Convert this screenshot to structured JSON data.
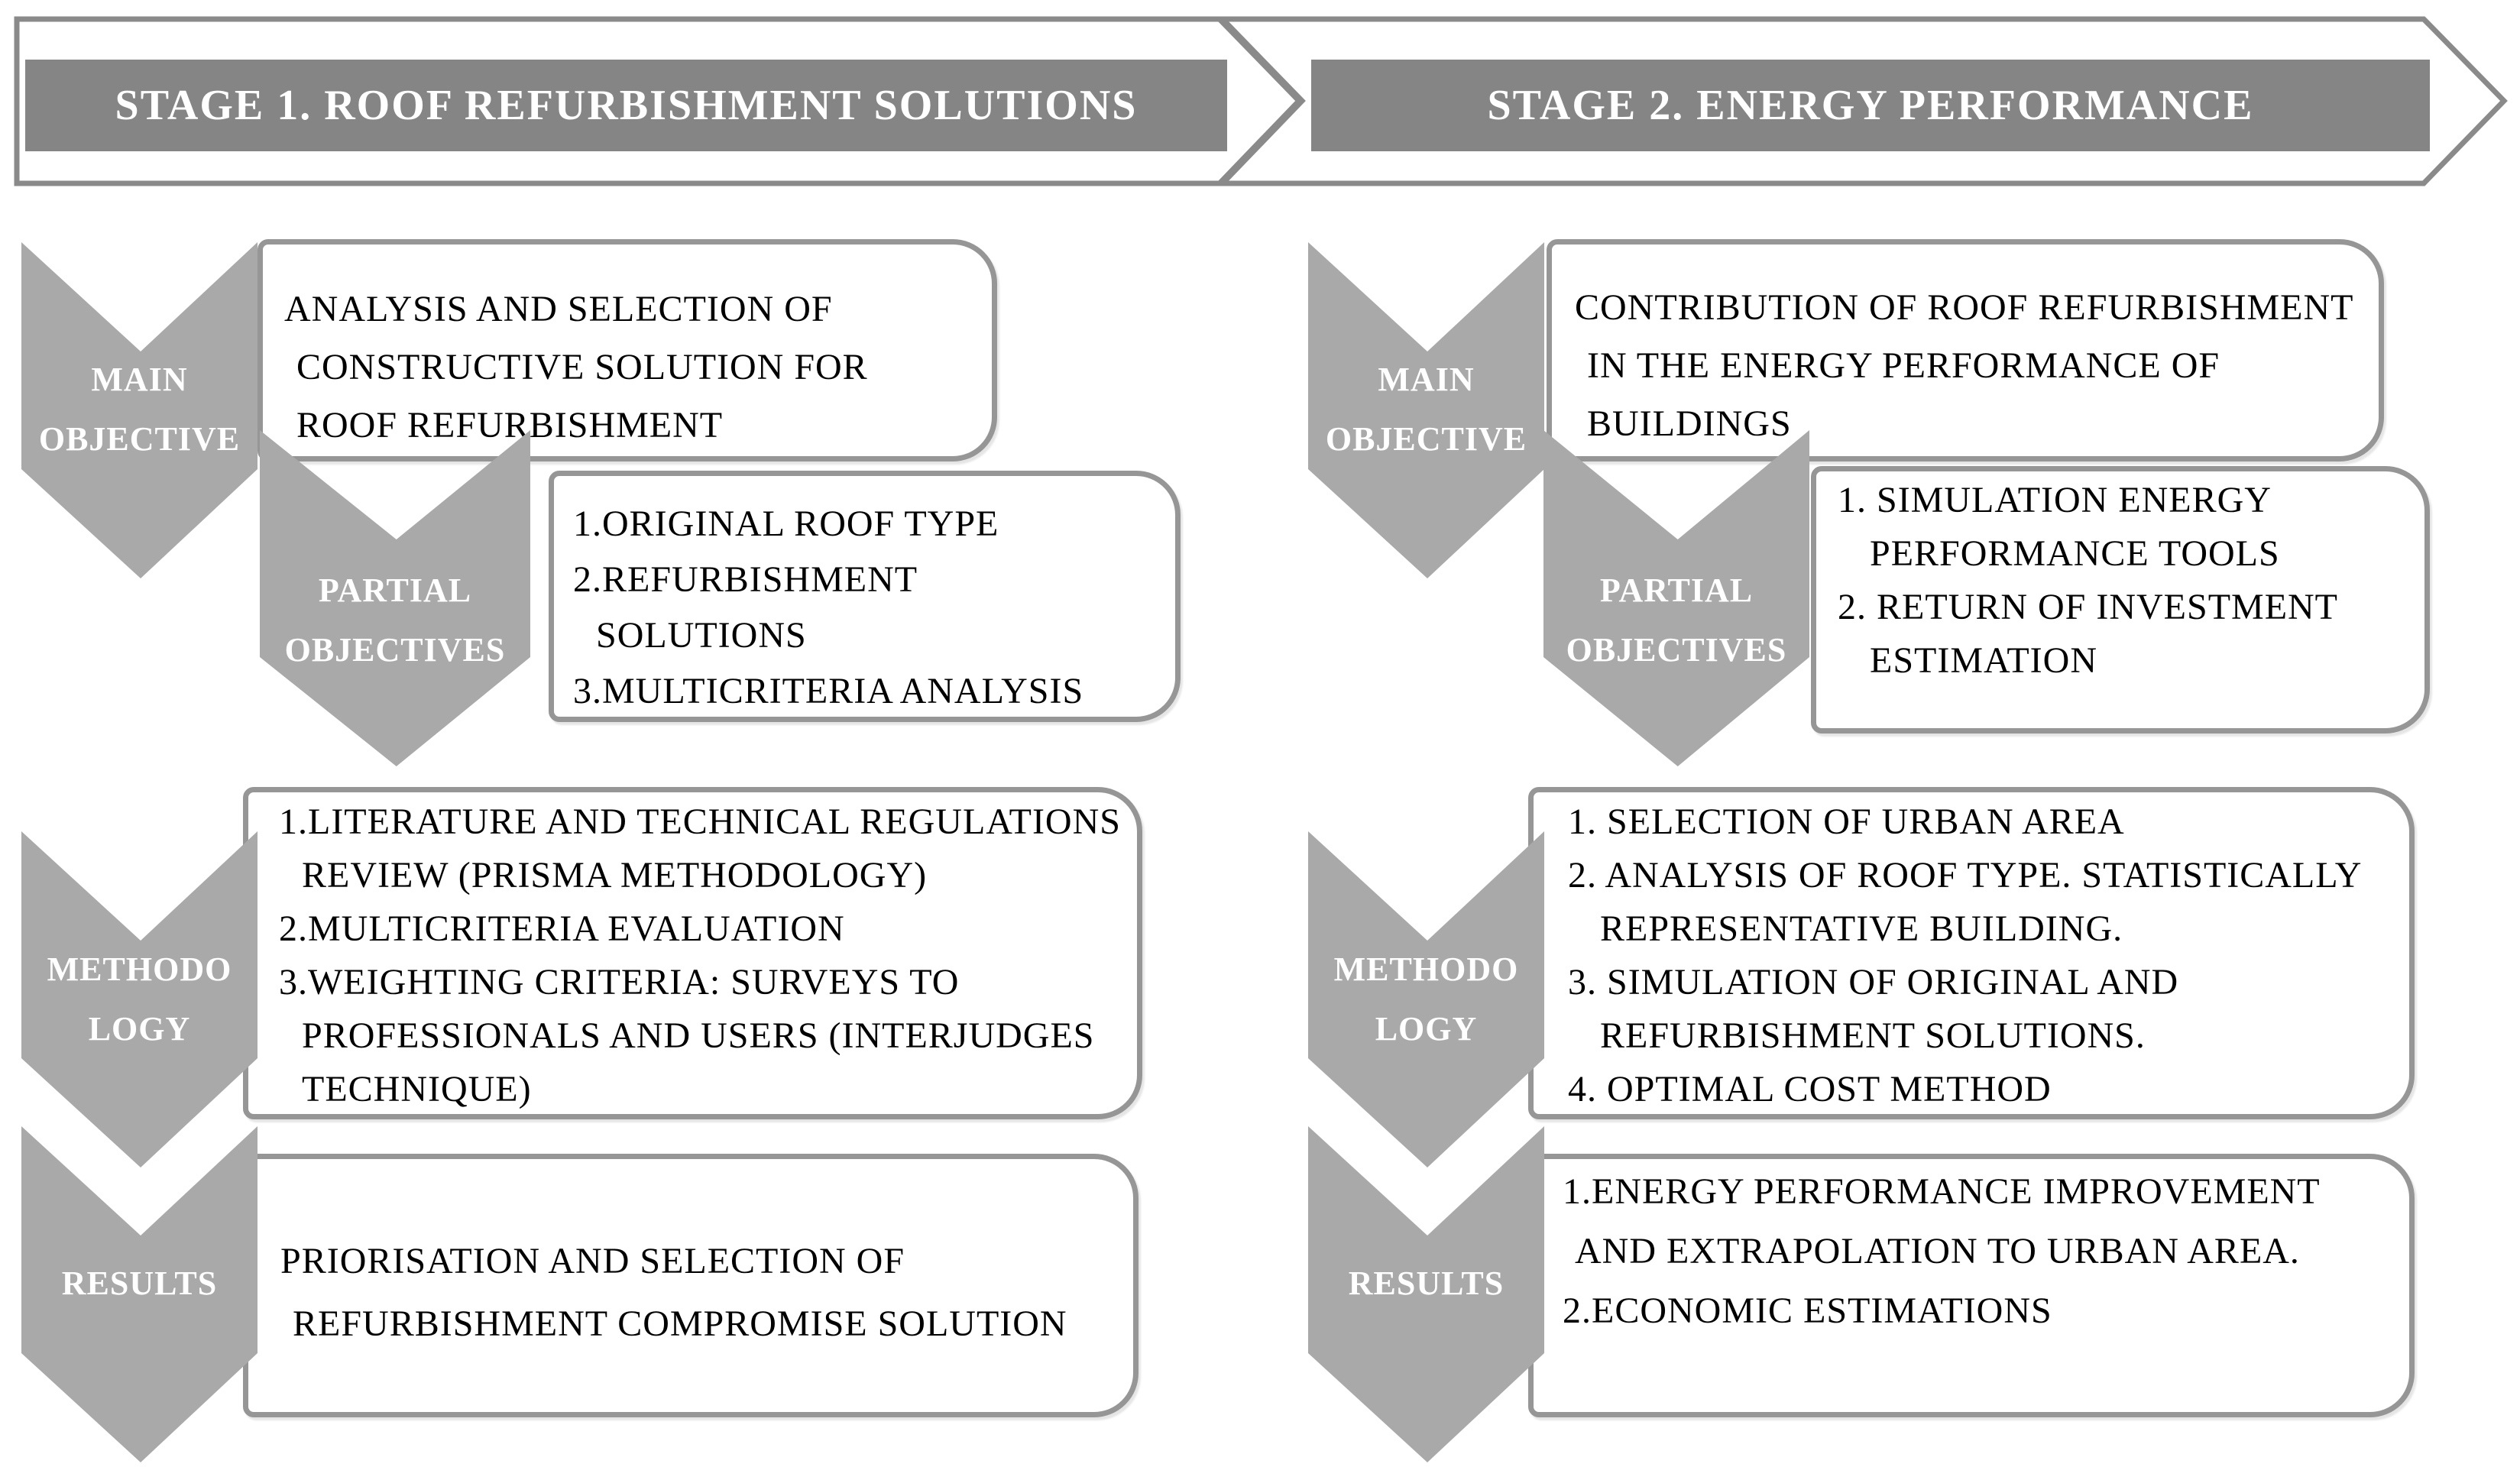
{
  "stages": [
    {
      "banner": "STAGE 1. ROOF REFURBISHMENT SOLUTIONS",
      "steps": [
        {
          "label": [
            "MAIN",
            "OBJECTIVE"
          ],
          "box_lines": [
            "ANALYSIS AND SELECTION OF",
            "CONSTRUCTIVE SOLUTION FOR",
            "ROOF REFURBISHMENT"
          ]
        },
        {
          "label": [
            "PARTIAL",
            "OBJECTIVES"
          ],
          "box_lines": [
            "1.ORIGINAL ROOF TYPE",
            "2.REFURBISHMENT",
            "SOLUTIONS",
            "3.MULTICRITERIA ANALYSIS"
          ]
        },
        {
          "label": [
            "METHODO",
            "LOGY"
          ],
          "box_lines": [
            "1.LITERATURE AND TECHNICAL REGULATIONS",
            "REVIEW (PRISMA METHODOLOGY)",
            "2.MULTICRITERIA EVALUATION",
            "3.WEIGHTING CRITERIA: SURVEYS TO",
            "PROFESSIONALS AND USERS (INTERJUDGES",
            "TECHNIQUE)"
          ]
        },
        {
          "label": [
            "RESULTS"
          ],
          "box_lines": [
            "PRIORISATION AND SELECTION OF",
            "REFURBISHMENT COMPROMISE SOLUTION"
          ]
        }
      ]
    },
    {
      "banner": "STAGE 2. ENERGY PERFORMANCE",
      "steps": [
        {
          "label": [
            "MAIN",
            "OBJECTIVE"
          ],
          "box_lines": [
            "CONTRIBUTION OF ROOF REFURBISHMENT",
            "IN THE ENERGY PERFORMANCE OF",
            "BUILDINGS"
          ]
        },
        {
          "label": [
            "PARTIAL",
            "OBJECTIVES"
          ],
          "box_lines": [
            "1. SIMULATION ENERGY",
            "PERFORMANCE TOOLS",
            "2. RETURN OF INVESTMENT",
            "ESTIMATION"
          ]
        },
        {
          "label": [
            "METHODO",
            "LOGY"
          ],
          "box_lines": [
            "1. SELECTION OF URBAN AREA",
            "2. ANALYSIS OF ROOF TYPE. STATISTICALLY",
            "REPRESENTATIVE BUILDING.",
            "3. SIMULATION OF ORIGINAL AND",
            "REFURBISHMENT SOLUTIONS.",
            "4. OPTIMAL COST METHOD"
          ]
        },
        {
          "label": [
            "RESULTS"
          ],
          "box_lines": [
            "1.ENERGY PERFORMANCE IMPROVEMENT",
            "AND EXTRAPOLATION TO URBAN AREA.",
            "2.ECONOMIC ESTIMATIONS"
          ]
        }
      ]
    }
  ],
  "colors": {
    "stage_bar_fill": "#858585",
    "arrow_outline": "#8a8a8a",
    "chevron_fill": "#a9a9a9",
    "box_border": "#969696",
    "box_text": "#000000",
    "stage_title_text": "#ffffff",
    "chevron_label_text": "#ffffff",
    "background": "#ffffff"
  }
}
